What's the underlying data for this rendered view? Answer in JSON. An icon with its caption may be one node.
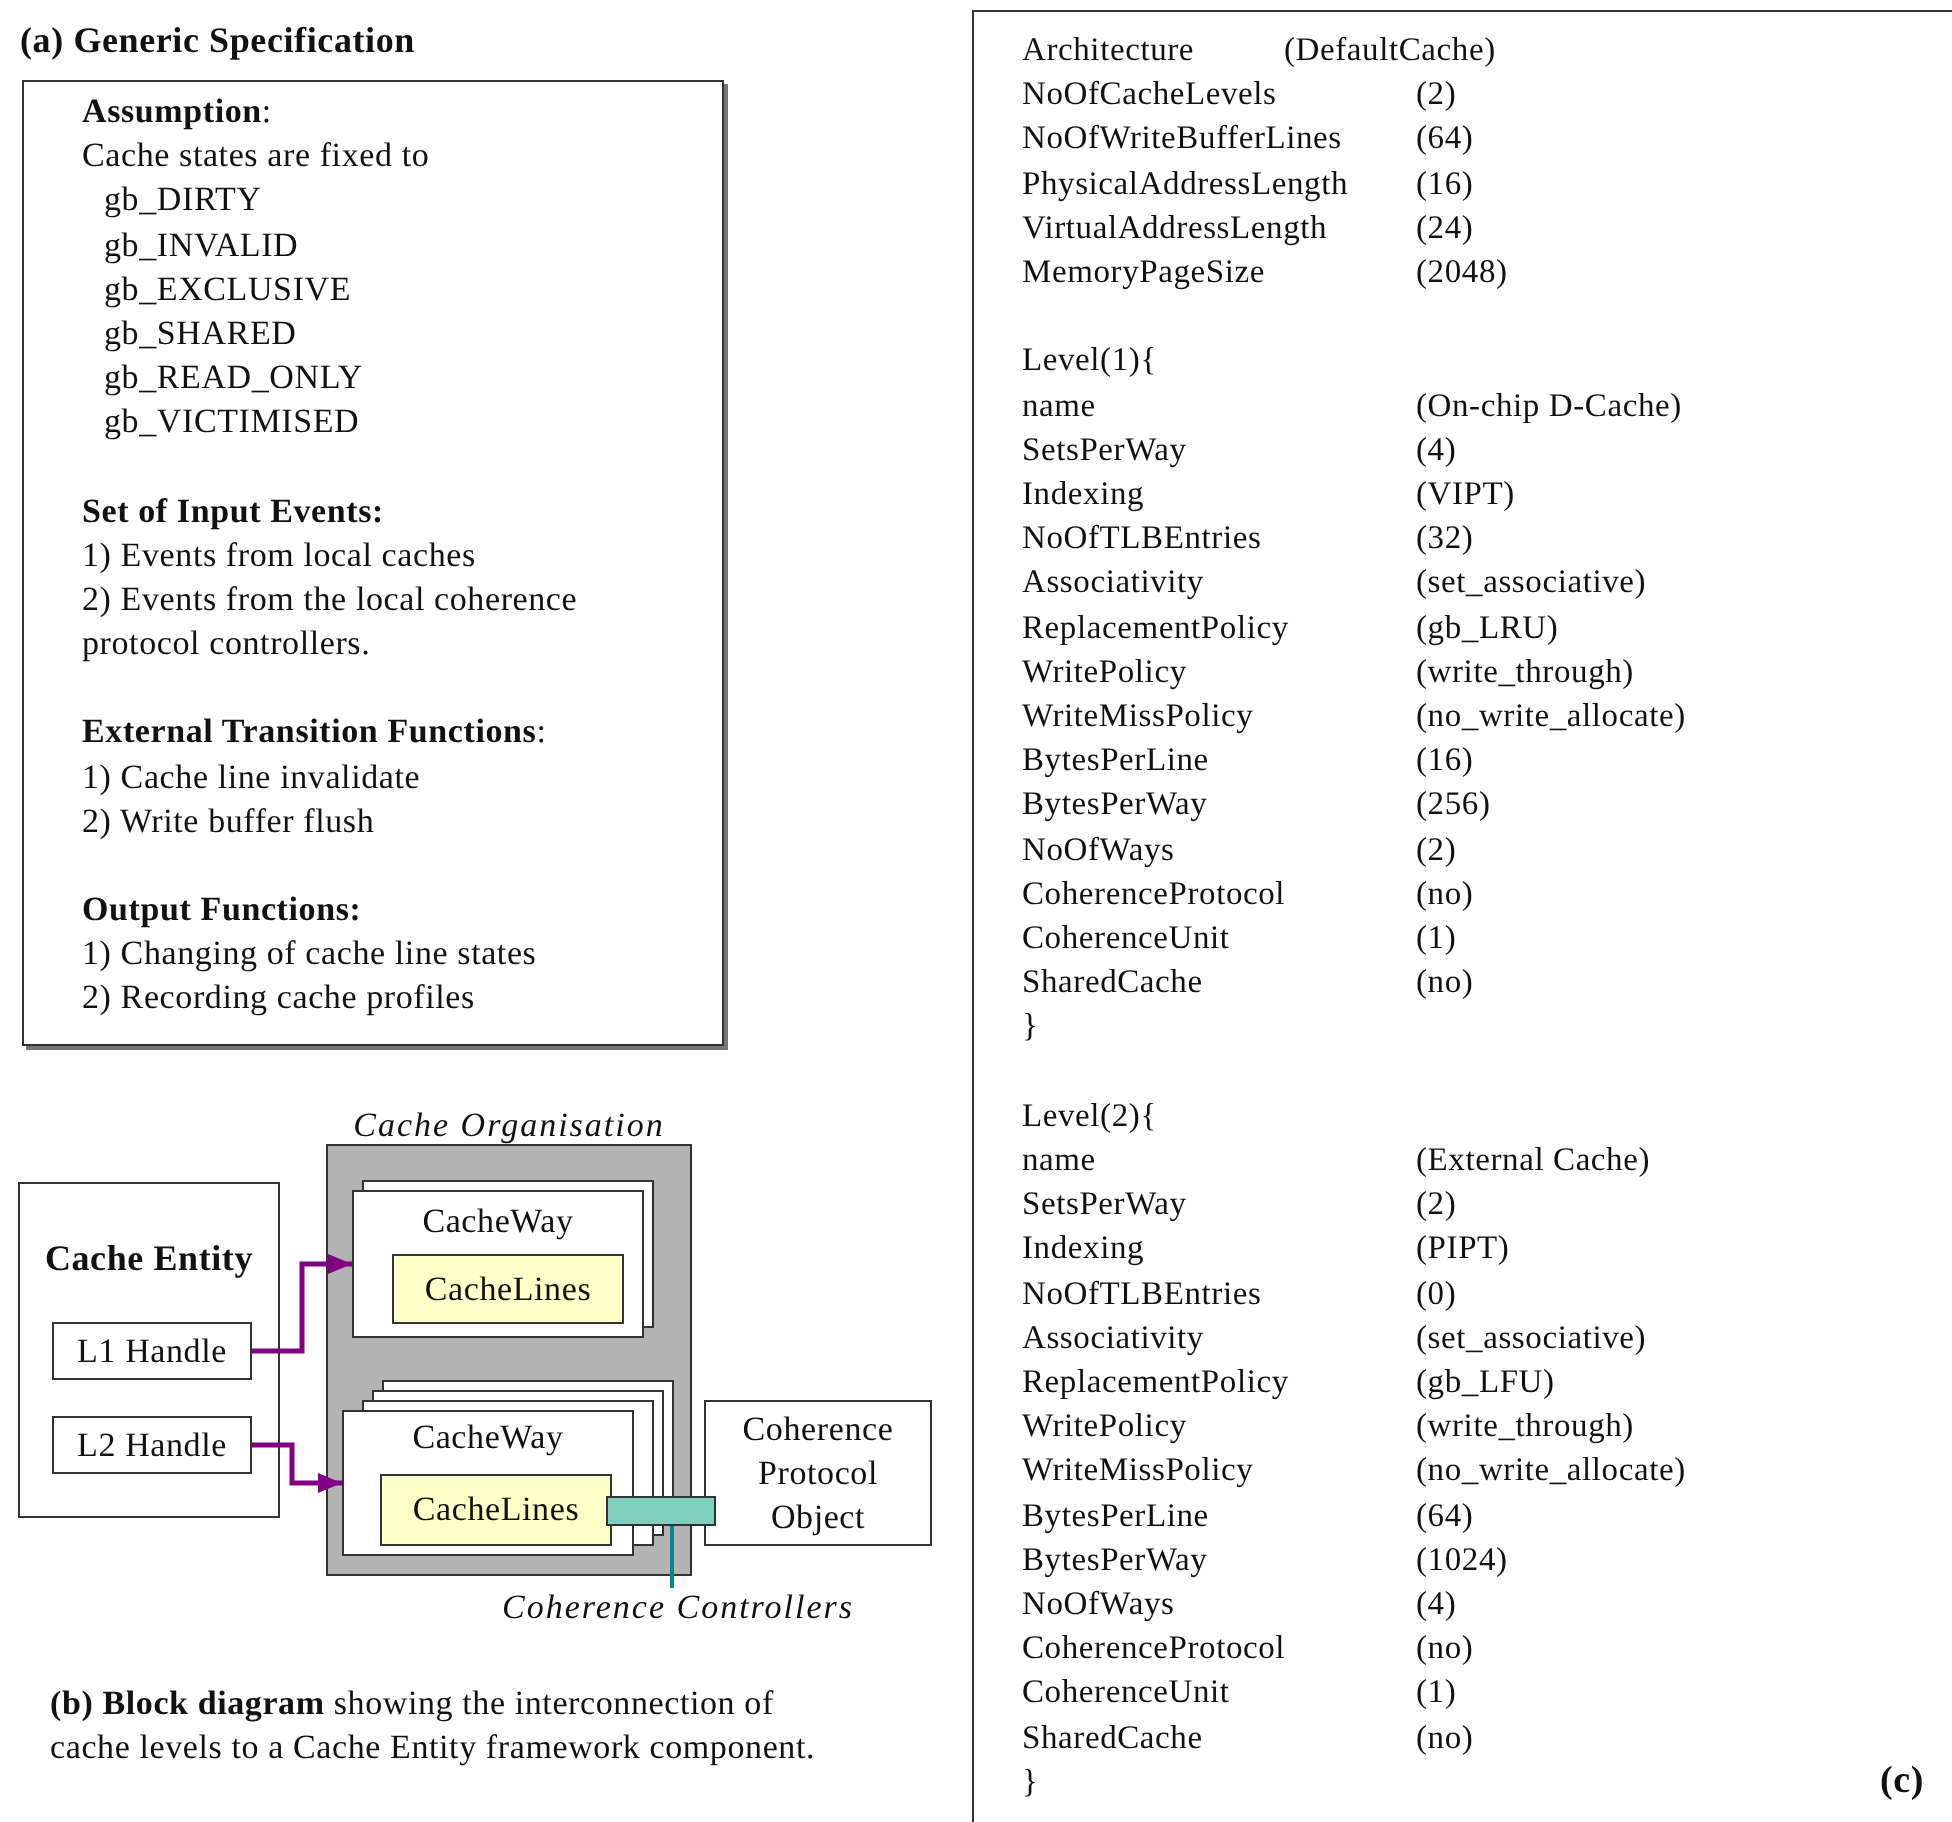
{
  "diagram": {
    "caption": "**(b) Block diagram** showing the interconnection of cache levels to a Cache Entity framework component.",
    "nodes": [
      {
        "text": [
          "(a) Generic Specification",
          "**Assumption**:",
          "Cache states are fixed to",
          "gb_DIRTY",
          "gb_INVALID",
          "gb_EXCLUSIVE",
          "gb_SHARED",
          "gb_READ_ONLY",
          "gb_VICTIMISED",
          "Set of Input Events:",
          "1) Events from local caches",
          "2) Events from the local coherence protocol controllers.",
          "**External Transition Functions**:",
          "1) Cache line invalidate",
          "2) Write buffer flush",
          "Output Functions:",
          "1) Changing of cache line states",
          "2) Recording cache profiles"
        ]
      },
      {
        "text": [
          "Cache Entity"
        ]
      },
      {
        "text": [
          "L1 Handle"
        ],
        "in": 1
      },
      {
        "text": [
          "L2 Handle"
        ],
        "in": 1
      },
      {
        "text": [
          "Cache Organisation"
        ]
      },
      {
        "text": [
          "CacheWay"
        ],
        "in": 4
      },
      {
        "text": [
          "CacheLines"
        ],
        "in": 5
      },
      {
        "text": [
          "CacheWay"
        ],
        "in": 4
      },
      {
        "text": [
          "CacheLines"
        ],
        "in": 7
      },
      {
        "text": [],
        "shape": "bar"
      },
      {
        "text": [
          "Coherence Protocol Object"
        ]
      },
      {
        "text": [
          "Coherence Controllers"
        ]
      },
      {
        "text": [
          "Architecture",
          "(DefaultCache)",
          "NoOfCacheLevels",
          "(2)",
          "NoOfWriteBufferLines",
          "(64)",
          "PhysicalAddressLength",
          "(16)",
          "VirtualAddressLength",
          "(24)",
          "MemoryPageSize",
          "(2048)",
          "Level(1){",
          "name",
          "(On-chip D-Cache)",
          "SetsPerWay",
          "(4)",
          "Indexing",
          "(VIPT)",
          "NoOfTLBEntries",
          "(32)",
          "Associativity",
          "(set_associative)",
          "ReplacementPolicy",
          "(gb_LRU)",
          "WritePolicy",
          "(write_through)",
          "WriteMissPolicy",
          "(no_write_allocate)",
          "BytesPerLine",
          "(16)",
          "BytesPerWay",
          "(256)",
          "NoOfWays",
          "(2)",
          "CoherenceProtocol",
          "(no)",
          "CoherenceUnit",
          "(1)",
          "SharedCache",
          "(no)",
          "}",
          "Level(2){",
          "name",
          "(External Cache)",
          "SetsPerWay",
          "(2)",
          "Indexing",
          "(PIPT)",
          "NoOfTLBEntries",
          "(0)",
          "Associativity",
          "(set_associative)",
          "ReplacementPolicy",
          "(gb_LFU)",
          "WritePolicy",
          "(write_through)",
          "WriteMissPolicy",
          "(no_write_allocate)",
          "BytesPerLine",
          "(64)",
          "BytesPerWay",
          "(1024)",
          "NoOfWays",
          "(4)",
          "CoherenceProtocol",
          "(no)",
          "CoherenceUnit",
          "(1)",
          "SharedCache",
          "(no)",
          "}"
        ]
      }
    ],
    "edges": [
      {
        "from": 2,
        "to": 5,
        "arrow": "to"
      },
      {
        "from": 3,
        "to": 7,
        "arrow": "to"
      },
      {
        "from": 11,
        "to": 9,
        "arrow": "none",
        "color": "#008b8b"
      }
    ],
    "labels": [
      "(c)"
    ]
  }
}
